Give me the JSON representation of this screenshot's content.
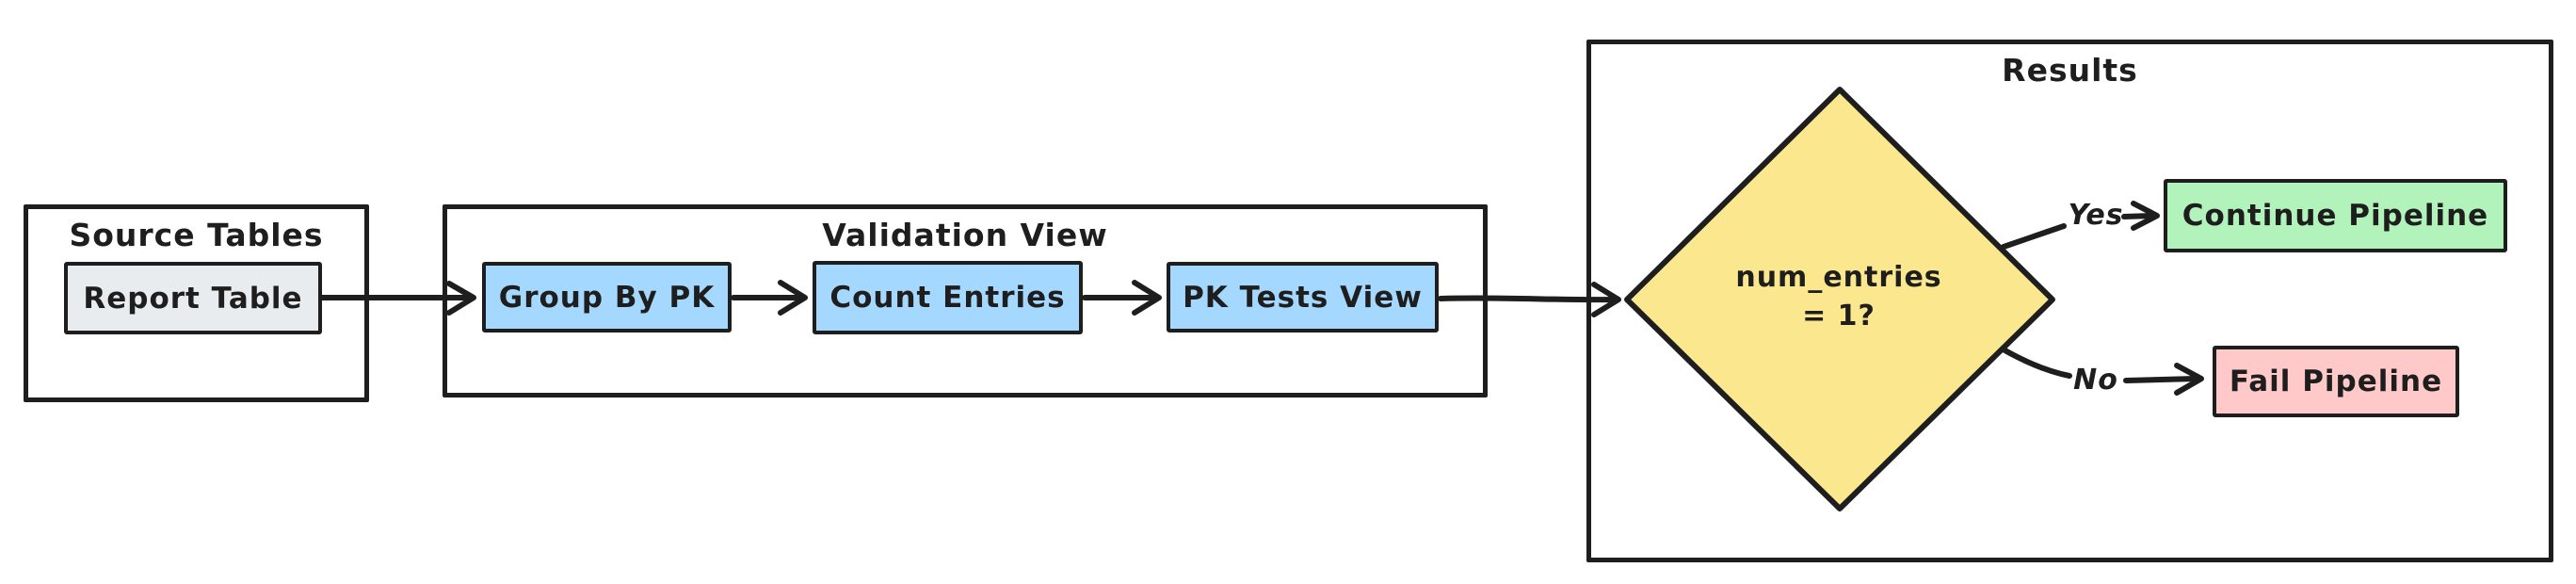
{
  "diagram": {
    "background": "#ffffff",
    "stroke_color": "#1e1e1e"
  },
  "frames": {
    "source": {
      "title": "Source Tables"
    },
    "validation": {
      "title": "Validation View"
    },
    "results": {
      "title": "Results"
    }
  },
  "nodes": {
    "report_table": {
      "label": "Report Table",
      "fill": "#e9ecef"
    },
    "group_by_pk": {
      "label": "Group By PK",
      "fill": "#a5d8ff"
    },
    "count_entries": {
      "label": "Count Entries",
      "fill": "#a5d8ff"
    },
    "pk_tests_view": {
      "label": "PK Tests View",
      "fill": "#a5d8ff"
    },
    "decision": {
      "line1": "num_entries",
      "line2": "= 1?",
      "fill": "#fbe88e"
    },
    "continue_pipeline": {
      "label": "Continue Pipeline",
      "fill": "#b2f2bb"
    },
    "fail_pipeline": {
      "label": "Fail Pipeline",
      "fill": "#ffc9c9"
    }
  },
  "edge_labels": {
    "yes": "Yes",
    "no": "No"
  }
}
